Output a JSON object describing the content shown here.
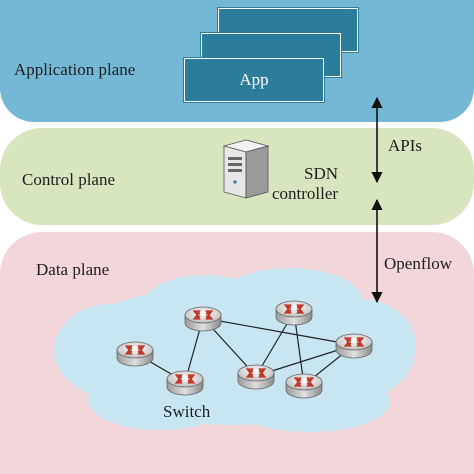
{
  "planes": {
    "application": "Application plane",
    "control": "Control plane",
    "data": "Data plane"
  },
  "app_label": "App",
  "controller_label_line1": "SDN",
  "controller_label_line2": "controller",
  "apis_label": "APIs",
  "openflow_label": "Openflow",
  "switch_label": "Switch",
  "colors": {
    "application_plane": "#74b8d6",
    "control_plane": "#d7e6bf",
    "data_plane": "#f3d6d9",
    "network_cloud": "#c7e6f2",
    "app_card": "#2c7d9c",
    "switch_arrows": "#c0392b"
  },
  "icons": [
    "server-icon",
    "switch-icon",
    "double-arrow-icon"
  ]
}
